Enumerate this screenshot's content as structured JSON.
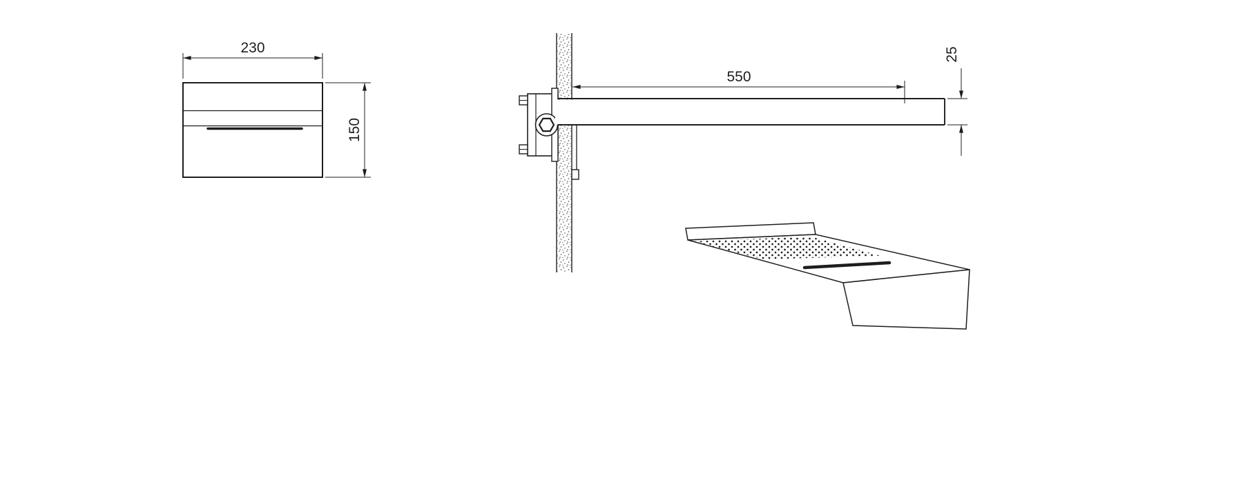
{
  "drawing": {
    "background_color": "#ffffff",
    "line_color": "#1d1d1d",
    "dimensions": {
      "front_width": "230",
      "front_height": "150",
      "arm_length": "550",
      "arm_thickness": "25"
    }
  }
}
